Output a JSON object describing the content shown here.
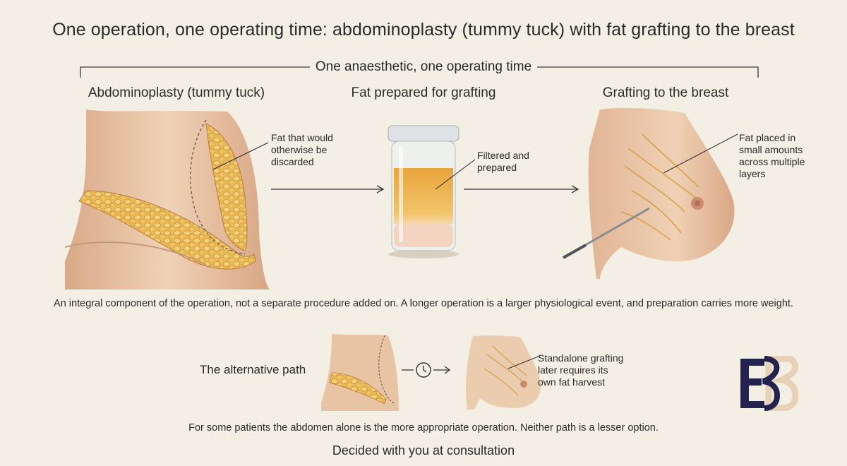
{
  "title": "One operation, one operating time: abdominoplasty (tummy tuck) with fat grafting to the breast",
  "bracket_label": "One anaesthetic, one operating time",
  "stages": [
    {
      "title": "Abdominoplasty (tummy tuck)",
      "note_lines": [
        "Fat that would",
        "otherwise be",
        "discarded"
      ]
    },
    {
      "title": "Fat prepared for grafting",
      "note_lines": [
        "Filtered and",
        "prepared"
      ]
    },
    {
      "title": "Grafting to the breast",
      "note_lines": [
        "Fat placed in",
        "small amounts",
        "across multiple",
        "layers"
      ]
    }
  ],
  "integral_note": "An integral component of the operation, not a separate procedure added on. A longer operation is a larger physiological event, and preparation carries more weight.",
  "alternative": {
    "label": "The alternative path",
    "note_lines": [
      "Standalone grafting",
      "later requires its",
      "own fat harvest"
    ]
  },
  "alternative_note": "For some patients the abdomen alone is the more appropriate operation. Neither path is a lesser option.",
  "closing": "Decided with you at consultation",
  "colors": {
    "background": "#f4efe4",
    "skin": "#e7c3a3",
    "fat": "#e8b24a",
    "logo_navy": "#24234f",
    "logo_gold": "#e7d2b8"
  },
  "icons": [
    "clock-icon",
    "arrow-right-icon",
    "logo-icon"
  ]
}
